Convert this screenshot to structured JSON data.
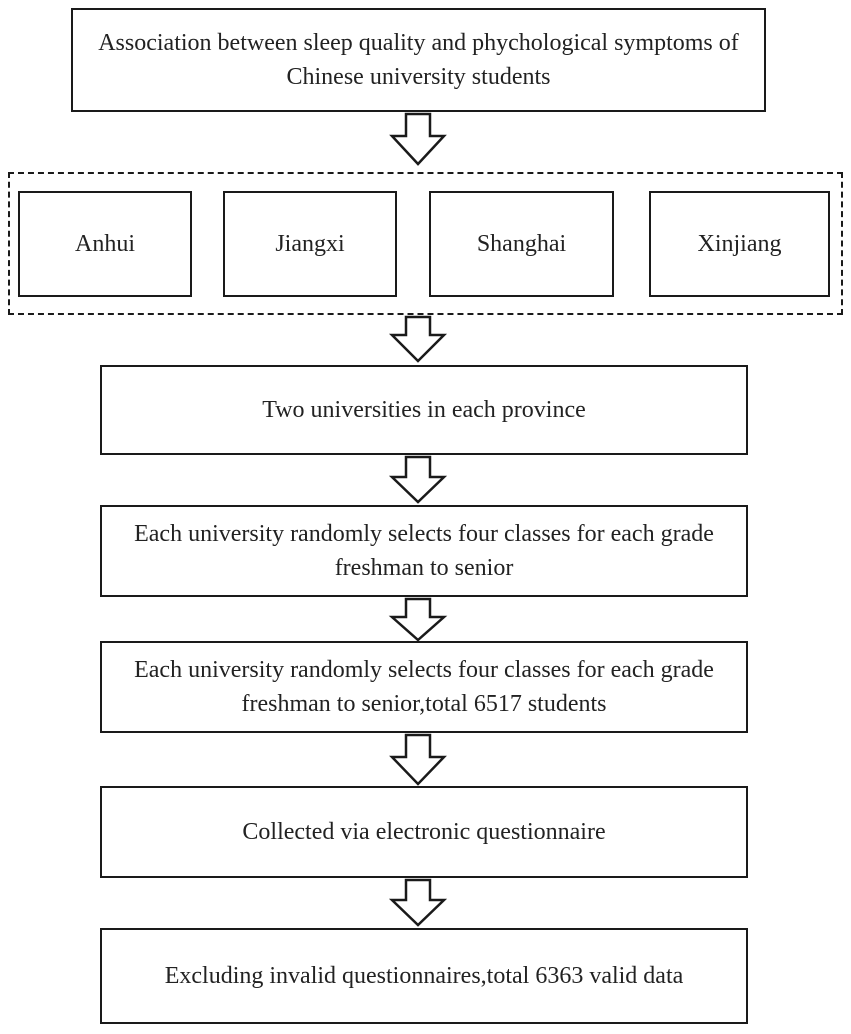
{
  "flow": {
    "title": "Association between sleep quality and phychological symptoms of Chinese university students",
    "provinces": [
      "Anhui",
      "Jiangxi",
      "Shanghai",
      "Xinjiang"
    ],
    "step1": "Two universities in each province",
    "step2": "Each university randomly selects four classes for each grade freshman to senior",
    "step3": "Each university randomly selects four classes for each grade freshman to senior,total 6517 students",
    "step4": "Collected via electronic questionnaire",
    "step5": "Excluding invalid questionnaires,total 6363 valid data"
  }
}
